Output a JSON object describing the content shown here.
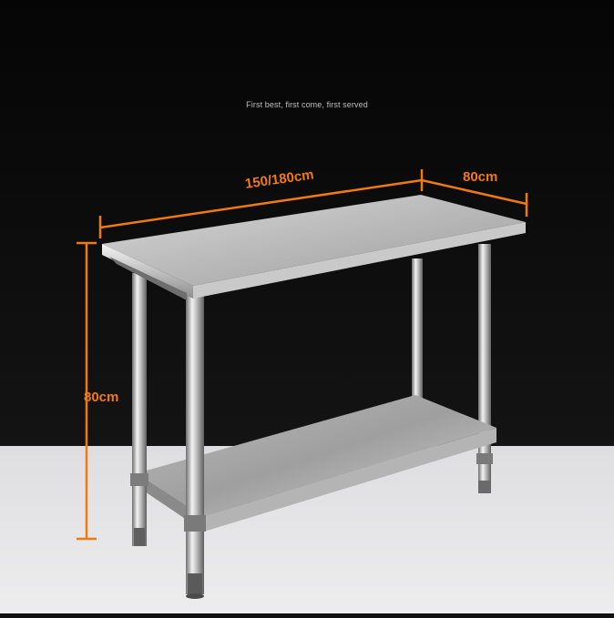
{
  "tagline": "First best, first come, first served",
  "dimensions": {
    "width_label": "150/180cm",
    "depth_label": "80cm",
    "height_label": "80cm"
  },
  "colors": {
    "background_top": "#111111",
    "floor": "#e8e8ea",
    "dimension_accent": "#f07a10",
    "steel_light": "#e6e6e6",
    "steel_dark": "#8a8a8a"
  }
}
